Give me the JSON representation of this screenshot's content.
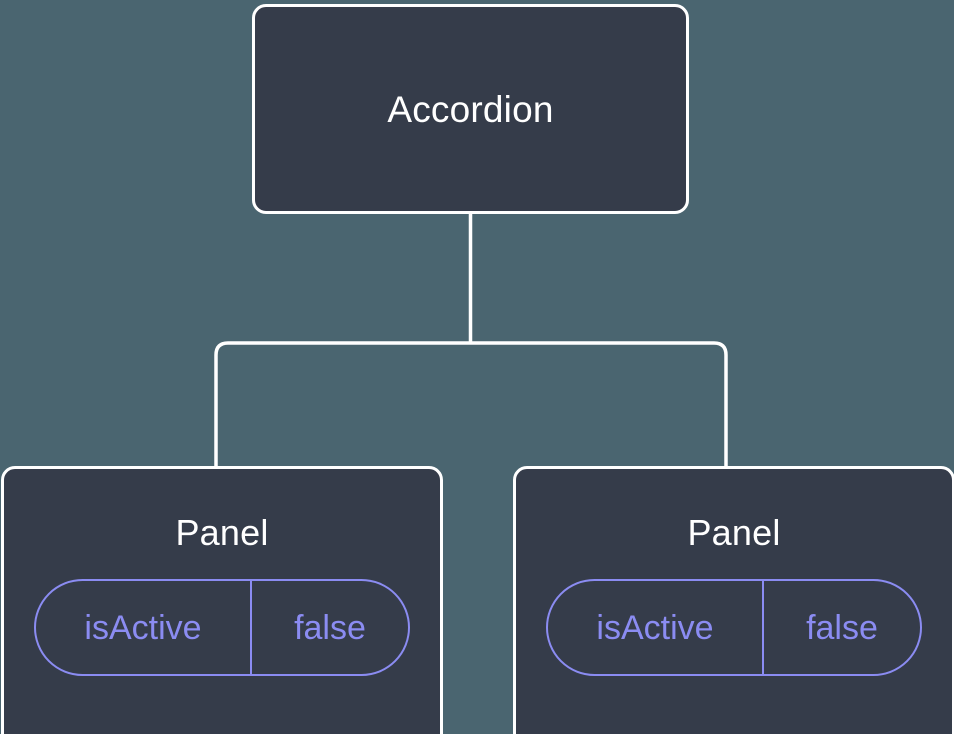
{
  "theme": {
    "background": "#4a6570",
    "node_fill": "#353c4a",
    "node_border": "#ffffff",
    "node_text": "#ffffff",
    "prop_accent": "#8b8cf2",
    "connector": "#ffffff"
  },
  "diagram": {
    "type": "component-tree",
    "root": {
      "label": "Accordion"
    },
    "children": [
      {
        "label": "Panel",
        "props": [
          {
            "key": "isActive",
            "value": "false"
          }
        ]
      },
      {
        "label": "Panel",
        "props": [
          {
            "key": "isActive",
            "value": "false"
          }
        ]
      }
    ]
  }
}
